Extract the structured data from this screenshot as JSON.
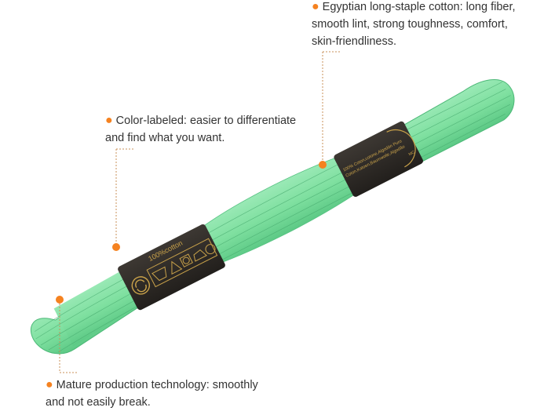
{
  "callouts": {
    "egyptian": {
      "lines": [
        "Egyptian long-staple cotton: long fiber,",
        "smooth lint, strong toughness, comfort,",
        "skin-friendliness."
      ]
    },
    "color_labeled": {
      "lines": [
        "Color-labeled: easier to differentiate",
        "and find what you want."
      ]
    },
    "mature": {
      "lines": [
        "Mature production technology: smoothly",
        "and not easily break."
      ]
    }
  },
  "product": {
    "left_band_text": "100%cotton",
    "right_band_lines": [
      "100% Coton,cotone,Algodón Puro",
      "Coton,Katoen,Baumwolle,Algodão"
    ],
    "right_band_mark": "MC"
  },
  "colors": {
    "accent": "#f58220",
    "thread": "#7fe0a0",
    "thread_dark": "#49b873",
    "band": "#2e2a26",
    "band_print": "#c9a24a"
  },
  "icons": [
    "recycle-icon",
    "wash-icon",
    "no-bleach-icon",
    "dry-clean-icon",
    "iron-icon",
    "no-tumble-dry-icon"
  ]
}
